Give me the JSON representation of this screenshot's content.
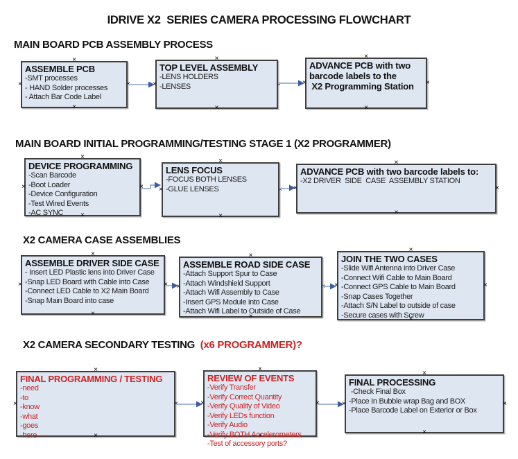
{
  "title": "IDRIVE X2  SERIES CAMERA PROCESSING FLOWCHART",
  "colors": {
    "box_fill": "#dee6f2",
    "box_border": "#3f3f3f",
    "connector_line": "#a3b8d6",
    "connector_arrow": "#3d5e9e",
    "red_text": "#cc2222",
    "black_text": "#1a1a1a",
    "background": "#ffffff"
  },
  "icons": {
    "connection_handle": "x-mark",
    "connector_arrowhead": "right-triangle"
  },
  "sections": [
    {
      "heading": "MAIN BOARD PCB ASSEMBLY PROCESS",
      "boxes": [
        {
          "title": "ASSEMBLE PCB",
          "lines": [
            "-SMT processes",
            "- HAND Solder processes",
            "- Attach Bar Code Label"
          ]
        },
        {
          "title": "TOP LEVEL ASSEMBLY",
          "lines": [
            "-LENS HOLDERS",
            "-LENSES"
          ]
        },
        {
          "title": "ADVANCE PCB with two barcode labels to the\n X2 Programming Station",
          "lines": []
        }
      ]
    },
    {
      "heading": "MAIN BOARD INITIAL PROGRAMMING/TESTING STAGE 1 (X2 PROGRAMMER)",
      "boxes": [
        {
          "title": "DEVICE PROGRAMMING",
          "lines": [
            "-Scan Barcode",
            "-Boot Loader",
            "-Device Configuration",
            "-Test Wired Events",
            "-AC SYNC"
          ]
        },
        {
          "title": "LENS FOCUS",
          "lines": [
            "-FOCUS BOTH LENSES",
            "-GLUE LENSES"
          ]
        },
        {
          "title": "ADVANCE PCB with two barcode labels to:",
          "lines": [
            "-X2 DRIVER  SIDE  CASE  ASSEMBLY STATION"
          ]
        }
      ]
    },
    {
      "heading": "X2 CAMERA CASE ASSEMBLIES",
      "boxes": [
        {
          "title": "ASSEMBLE DRIVER SIDE CASE",
          "lines": [
            "- Insert LED Plastic lens into Driver Case",
            "-Snap LED Board with Cable into Case",
            "-Connect LED Cable to X2 Main Board",
            "-Snap Main Board into case"
          ]
        },
        {
          "title": "ASSEMBLE ROAD SIDE CASE",
          "lines": [
            "-Attach Support Spur to Case",
            "-Attach Windshield Support",
            "-Attach Wifi Assembly to Case",
            "-Insert GPS Module into Case",
            "-Attach Wifi Label to Outside of Case"
          ]
        },
        {
          "title": "JOIN THE TWO CASES",
          "lines": [
            "-Slide Wifi Antenna into Driver Case",
            "-Connect Wifi Cable to Main Board",
            "-Connect GPS Cable to Main Board",
            "-Snap Cases Together",
            "-Attach S/N Label to outside of case",
            "-Secure cases with Screw"
          ]
        }
      ]
    },
    {
      "heading": "X2 CAMERA SECONDARY TESTING  ",
      "heading_red": "(x6 PROGRAMMER)?",
      "boxes": [
        {
          "title": "FINAL PROGRAMMING / TESTING",
          "lines": [
            "-need",
            "-to",
            "-know",
            "-what",
            "-goes",
            "-here"
          ]
        },
        {
          "title": "REVIEW OF EVENTS",
          "lines": [
            "-Verify Transfer",
            "-Verify Correct Quantity",
            "-Verify Quality of Video",
            "-Verify LEDs function",
            "-Verify Audio",
            "-Verify BOTH Accelerometers",
            "-Test of accessory ports?"
          ]
        },
        {
          "title": "FINAL PROCESSING",
          "lines": [
            " -Check Final Box",
            "-Place In Bubble wrap Bag and BOX",
            "-Place Barcode Label on Exterior or Box"
          ]
        }
      ]
    }
  ]
}
